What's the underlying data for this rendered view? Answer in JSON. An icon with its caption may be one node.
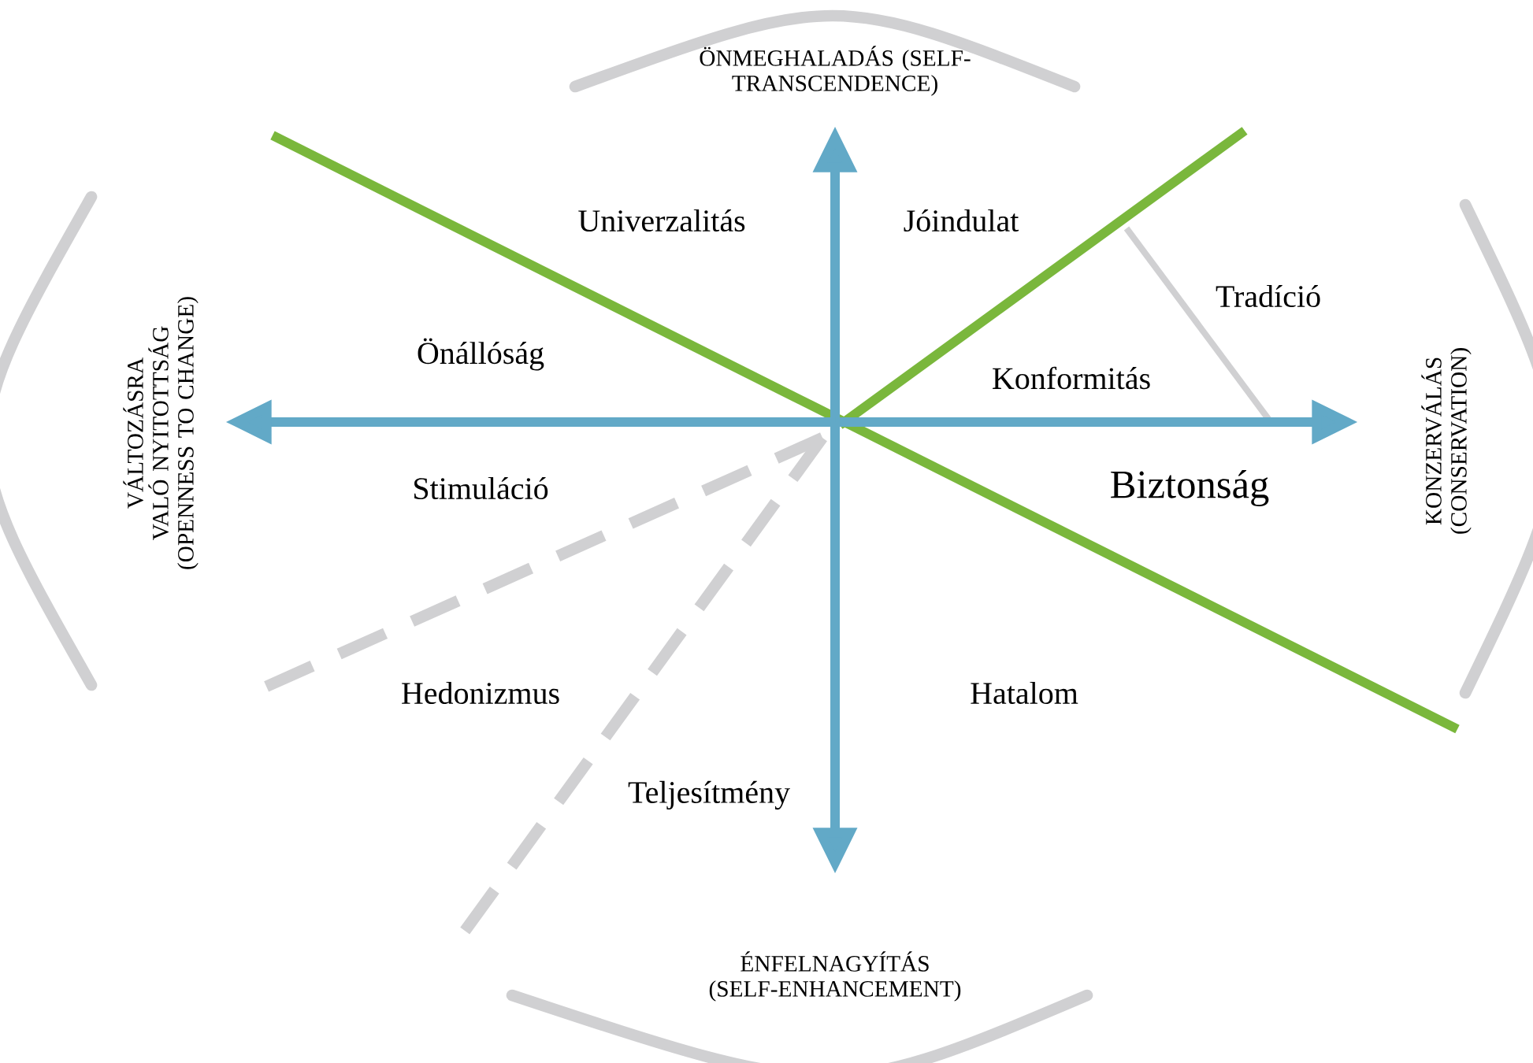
{
  "diagram": {
    "labels": [
      "ÖNMEGHALADÁS (SELF-TRANSCENDENCE)",
      "VÁLTOZÁSRA VALÓ NYITOTTSÁG (OPENNESS TO CHANGE)",
      "Univerzalitás",
      "Jóindulat",
      "Tradíció",
      "KONZERVÁLÁS (CONSERVATION)",
      "Önállóság",
      "Konformitás",
      "Stimuláció",
      "Biztonság",
      "Hedonizmus",
      "Hatalom",
      "Teljesítmény",
      "ÉNFELNAGYÍTÁS (SELF-ENHANCEMENT)"
    ]
  }
}
